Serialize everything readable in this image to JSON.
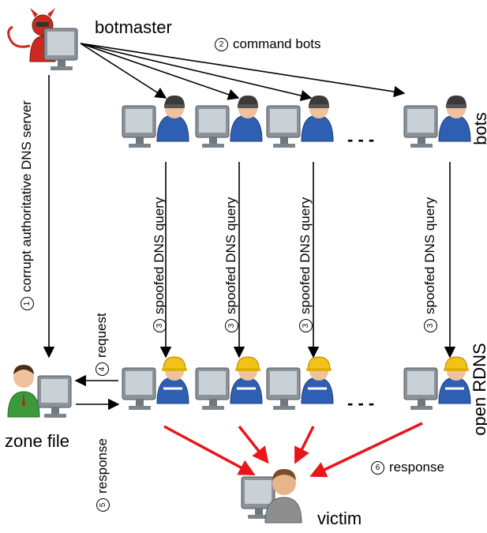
{
  "labels": {
    "botmaster": "botmaster",
    "bots": "bots",
    "open_rdns": "open RDNS",
    "zone_file": "zone file",
    "victim": "victim",
    "ellipsis": "- - -"
  },
  "steps": {
    "step1": {
      "num": "1",
      "text": "corrupt authoritative DNS server"
    },
    "step2": {
      "num": "2",
      "text": "command bots"
    },
    "step3": {
      "num": "3",
      "text": "spoofed DNS query"
    },
    "step4": {
      "num": "4",
      "text": "request"
    },
    "step5": {
      "num": "5",
      "text": "response"
    },
    "step6": {
      "num": "6",
      "text": "response"
    }
  },
  "colors": {
    "arrow": "#000000",
    "attack_arrow": "#e8161b",
    "bot_shirt": "#2f5fb3",
    "rdns_helmet": "#f3c21a",
    "botmaster_body": "#cc2a1f",
    "zone_shirt": "#3c9a3c",
    "victim_shirt": "#8e8e8e",
    "monitor": "#8a939c"
  },
  "icons": {
    "botmaster": "devil-user-at-computer-icon",
    "bot": "hooded-user-at-computer-icon",
    "rdns": "hardhat-user-at-computer-icon",
    "zone_server": "user-at-computer-icon",
    "victim": "user-icon"
  }
}
